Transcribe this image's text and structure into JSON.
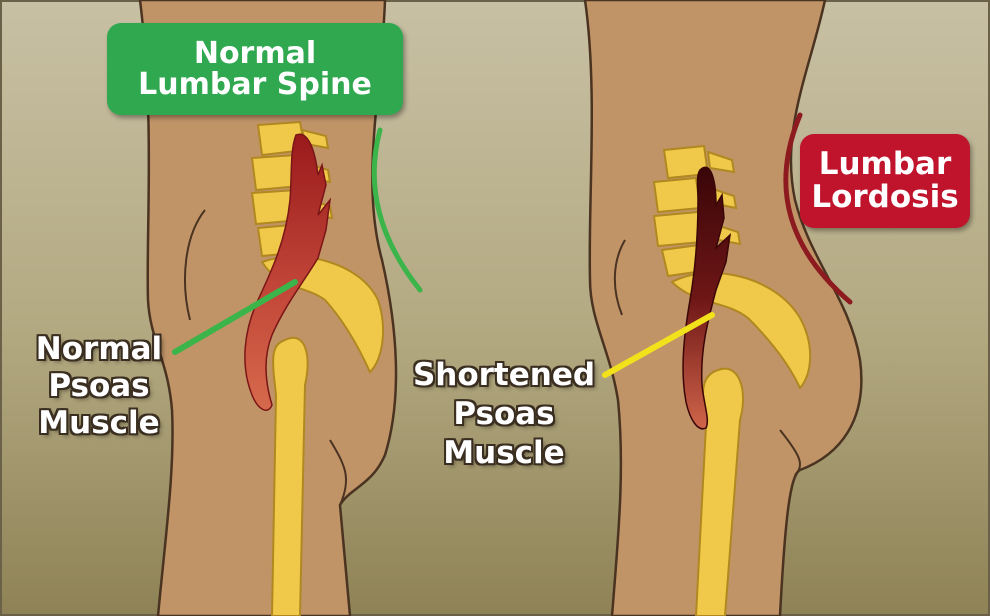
{
  "labels": {
    "normal_spine_line1": "Normal",
    "normal_spine_line2": "Lumbar Spine",
    "lordosis_line1": "Lumbar",
    "lordosis_line2": "Lordosis",
    "normal_psoas_line1": "Normal",
    "normal_psoas_line2": "Psoas",
    "normal_psoas_line3": "Muscle",
    "short_psoas_line1": "Shortened",
    "short_psoas_line2": "Psoas",
    "short_psoas_line3": "Muscle"
  },
  "colors": {
    "normal_badge": "#2fa84f",
    "lordosis_badge": "#c0142d",
    "normal_pointer": "#3bb44a",
    "shortened_pointer": "#f2e21b",
    "lordosis_curve": "#8c1a1f",
    "normal_curve": "#3bb44a",
    "skin": "#c19468",
    "bone": "#f0c94a"
  }
}
